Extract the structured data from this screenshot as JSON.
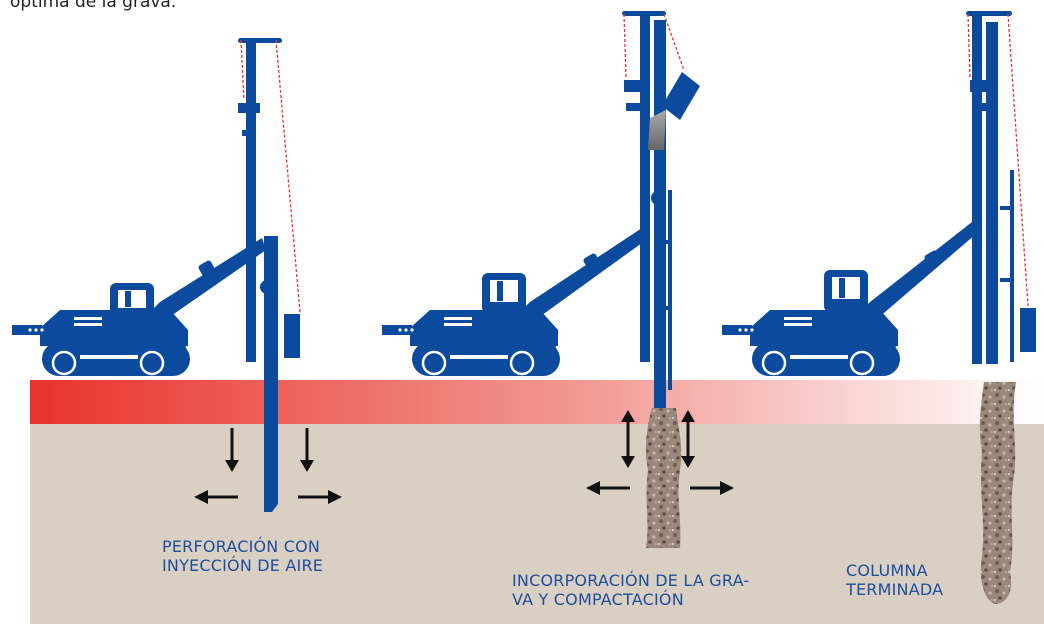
{
  "intro_text_fragment": "óptima de la grava.",
  "steps": [
    {
      "label_line1": "PERFORACIÓN CON",
      "label_line2": "INYECCIÓN DE AIRE"
    },
    {
      "label_line1": "INCORPORACIÓN DE LA GRA-",
      "label_line2": "VA Y COMPACTACIÓN"
    },
    {
      "label_line1": "COLUMNA",
      "label_line2": "TERMINADA"
    }
  ],
  "colors": {
    "machine": "#0b4a9c",
    "ground": "#d9d0c3",
    "surface_layer_start": "#e8332b",
    "surface_layer_end": "#ffffff",
    "rope": "#e8332b",
    "label_text": "#1f4e9c",
    "gravel_column": "#8f7d70",
    "arrows": "#111111"
  },
  "icons": [
    "crawler-rig-icon",
    "vibroflot-probe-icon",
    "gravel-column-icon",
    "arrow-icon"
  ]
}
